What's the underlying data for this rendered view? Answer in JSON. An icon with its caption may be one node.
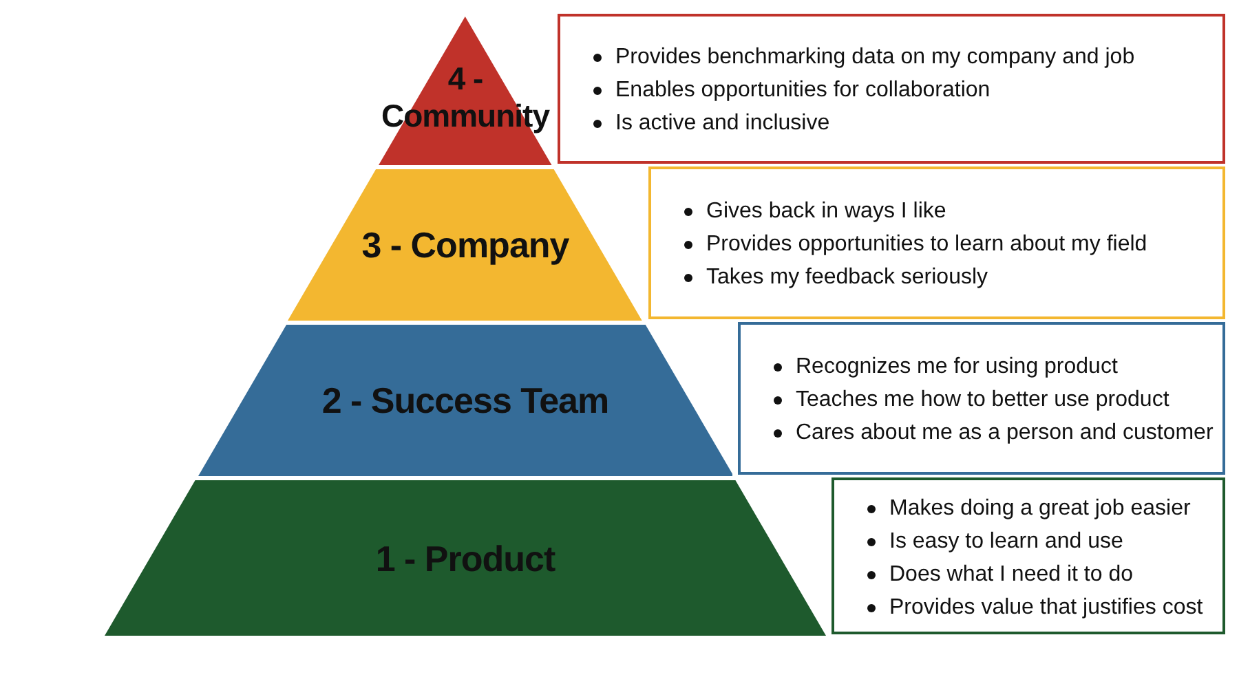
{
  "diagram": {
    "nodes": [
      {
        "text": [
          "4 - Community"
        ]
      },
      {
        "text": [
          "Provides benchmarking data on my company and job",
          "Enables opportunities for collaboration",
          "Is active and inclusive"
        ]
      },
      {
        "text": [
          "3 - Company"
        ]
      },
      {
        "text": [
          "Gives back in ways I like",
          "Provides opportunities to learn about my field",
          "Takes my feedback seriously"
        ]
      },
      {
        "text": [
          "2 - Success Team"
        ]
      },
      {
        "text": [
          "Recognizes me for using product",
          "Teaches me how to better use product",
          "Cares about me as a person and customer"
        ]
      },
      {
        "text": [
          "1 - Product"
        ]
      },
      {
        "text": [
          "Makes doing a great job easier",
          "Is easy to learn and use",
          "Does what I need it to do",
          "Provides value that justifies cost"
        ]
      }
    ],
    "edges": []
  }
}
